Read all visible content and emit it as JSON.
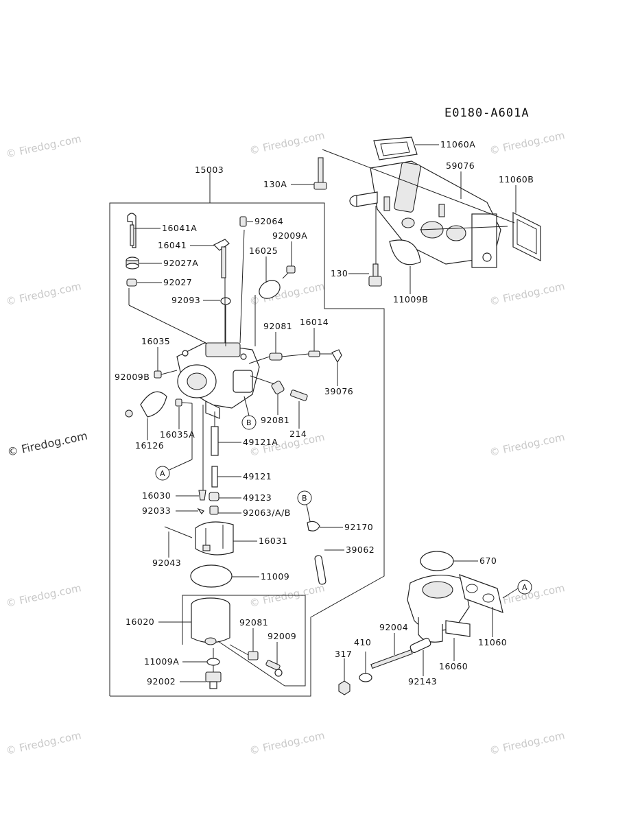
{
  "diagram_code": "E0180-A601A",
  "watermark_text": "© Firedog.com",
  "callouts": {
    "a": "A",
    "b": "B"
  },
  "parts": {
    "p15003": "15003",
    "p16041A": "16041A",
    "p92064": "92064",
    "p16041": "16041",
    "p92009A": "92009A",
    "p16025": "16025",
    "p92027A": "92027A",
    "p92027": "92027",
    "p92093": "92093",
    "p92081_top": "92081",
    "p16014": "16014",
    "p16035": "16035",
    "p92009B": "92009B",
    "p39076": "39076",
    "p92081_mid": "92081",
    "p214": "214",
    "p16035A": "16035A",
    "p16126": "16126",
    "p49121A": "49121A",
    "p49121": "49121",
    "p16030": "16030",
    "p49123": "49123",
    "p92033": "92033",
    "p92063": "92063/A/B",
    "p92170": "92170",
    "p16031": "16031",
    "p92043": "92043",
    "p39062": "39062",
    "p11009": "11009",
    "p16020": "16020",
    "p92081_low": "92081",
    "p92009": "92009",
    "p11009A": "11009A",
    "p92002": "92002",
    "p11060A": "11060A",
    "p59076": "59076",
    "p130A": "130A",
    "p11060B": "11060B",
    "p130": "130",
    "p11009B": "11009B",
    "p670": "670",
    "p92004": "92004",
    "p410": "410",
    "p317": "317",
    "p11060": "11060",
    "p16060": "16060",
    "p92143": "92143"
  }
}
